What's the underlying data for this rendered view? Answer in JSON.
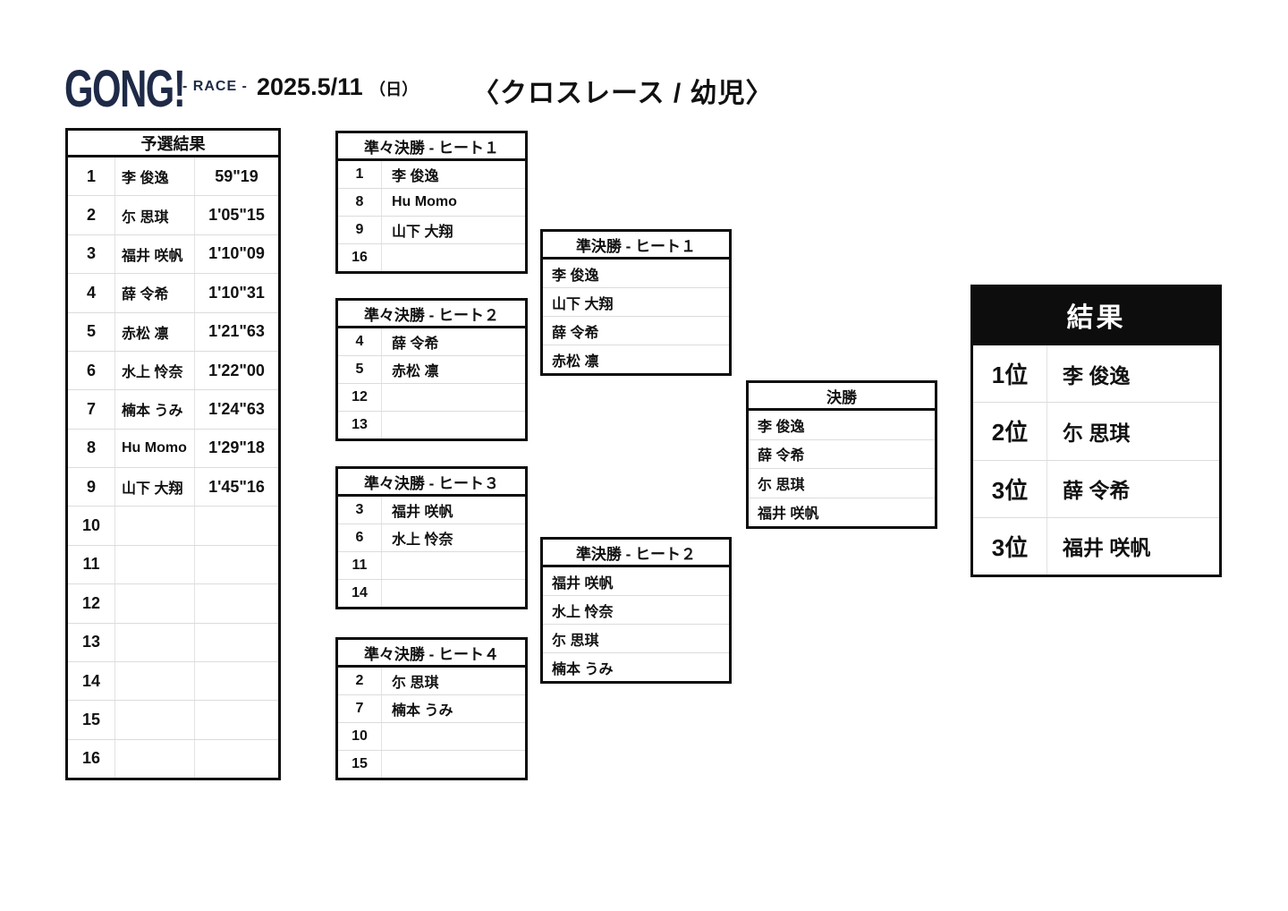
{
  "header": {
    "logo": "GONG!",
    "logo_sub": "- RACE -",
    "date": "2025.5/11",
    "date_day": "（日）",
    "title": "〈クロスレース / 幼児〉"
  },
  "colors": {
    "logo_navy": "#1e2a47",
    "header_black": "#0d0d0d",
    "divider_gray": "#dcdcdc"
  },
  "qualifying": {
    "title": "予選結果",
    "rows": [
      {
        "rank": "1",
        "name": "李 俊逸",
        "time": "59\"19"
      },
      {
        "rank": "2",
        "name": "尓 思琪",
        "time": "1'05\"15"
      },
      {
        "rank": "3",
        "name": "福井 咲帆",
        "time": "1'10\"09"
      },
      {
        "rank": "4",
        "name": "薛 令希",
        "time": "1'10\"31"
      },
      {
        "rank": "5",
        "name": "赤松 凛",
        "time": "1'21\"63"
      },
      {
        "rank": "6",
        "name": "水上 怜奈",
        "time": "1'22\"00"
      },
      {
        "rank": "7",
        "name": "楠本 うみ",
        "time": "1'24\"63"
      },
      {
        "rank": "8",
        "name": "Hu Momo",
        "time": "1'29\"18"
      },
      {
        "rank": "9",
        "name": "山下 大翔",
        "time": "1'45\"16"
      },
      {
        "rank": "10",
        "name": "",
        "time": ""
      },
      {
        "rank": "11",
        "name": "",
        "time": ""
      },
      {
        "rank": "12",
        "name": "",
        "time": ""
      },
      {
        "rank": "13",
        "name": "",
        "time": ""
      },
      {
        "rank": "14",
        "name": "",
        "time": ""
      },
      {
        "rank": "15",
        "name": "",
        "time": ""
      },
      {
        "rank": "16",
        "name": "",
        "time": ""
      }
    ]
  },
  "quarterfinals": [
    {
      "title": "準々決勝 - ヒート１",
      "rows": [
        {
          "num": "1",
          "name": "李 俊逸"
        },
        {
          "num": "8",
          "name": "Hu Momo"
        },
        {
          "num": "9",
          "name": "山下 大翔"
        },
        {
          "num": "16",
          "name": ""
        }
      ]
    },
    {
      "title": "準々決勝 - ヒート２",
      "rows": [
        {
          "num": "4",
          "name": "薛 令希"
        },
        {
          "num": "5",
          "name": "赤松 凛"
        },
        {
          "num": "12",
          "name": ""
        },
        {
          "num": "13",
          "name": ""
        }
      ]
    },
    {
      "title": "準々決勝 - ヒート３",
      "rows": [
        {
          "num": "3",
          "name": "福井 咲帆"
        },
        {
          "num": "6",
          "name": "水上 怜奈"
        },
        {
          "num": "11",
          "name": ""
        },
        {
          "num": "14",
          "name": ""
        }
      ]
    },
    {
      "title": "準々決勝 - ヒート４",
      "rows": [
        {
          "num": "2",
          "name": "尓 思琪"
        },
        {
          "num": "7",
          "name": "楠本 うみ"
        },
        {
          "num": "10",
          "name": ""
        },
        {
          "num": "15",
          "name": ""
        }
      ]
    }
  ],
  "semifinals": [
    {
      "title": "準決勝 - ヒート１",
      "rows": [
        "李 俊逸",
        "山下 大翔",
        "薛 令希",
        "赤松 凛"
      ]
    },
    {
      "title": "準決勝 - ヒート２",
      "rows": [
        "福井 咲帆",
        "水上 怜奈",
        "尓 思琪",
        "楠本 うみ"
      ]
    }
  ],
  "final": {
    "title": "決勝",
    "rows": [
      "李 俊逸",
      "薛 令希",
      "尓 思琪",
      "福井 咲帆"
    ]
  },
  "results": {
    "title": "結果",
    "rows": [
      {
        "rank": "1位",
        "name": "李 俊逸"
      },
      {
        "rank": "2位",
        "name": "尓 思琪"
      },
      {
        "rank": "3位",
        "name": "薛 令希"
      },
      {
        "rank": "3位",
        "name": "福井 咲帆"
      }
    ]
  }
}
